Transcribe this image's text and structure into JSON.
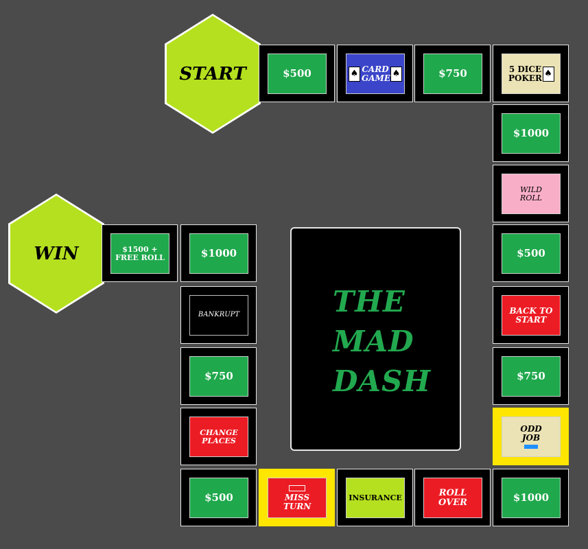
{
  "start_label": "START",
  "win_label": "WIN",
  "center": {
    "line1": "THE",
    "line2": "MAD",
    "line3": "DASH"
  },
  "card_icon": "♠",
  "tiles": {
    "t1": "$500",
    "t2": "CARD GAME",
    "t3": "$750",
    "t4": "5 DICE POKER",
    "r1": "$1000",
    "r2": "WILD ROLL",
    "r3": "$500",
    "r4": "BACK TO START",
    "r5": "$750",
    "r6": "ODD JOB",
    "b1": "$1000",
    "b2": "ROLL OVER",
    "b3": "INSURANCE",
    "b4": "MISS TURN",
    "b5": "$500",
    "l1": "CHANGE PLACES",
    "l2": "$750",
    "l3": "BANKRUPT",
    "l4": "$1000",
    "w1": "$1500 + FREE ROLL"
  },
  "colors": {
    "background": "#4b4b4b",
    "hex": "#b5e01f",
    "green": "#1fa84c",
    "red": "#ec1c24",
    "highlight": "#ffe600"
  }
}
